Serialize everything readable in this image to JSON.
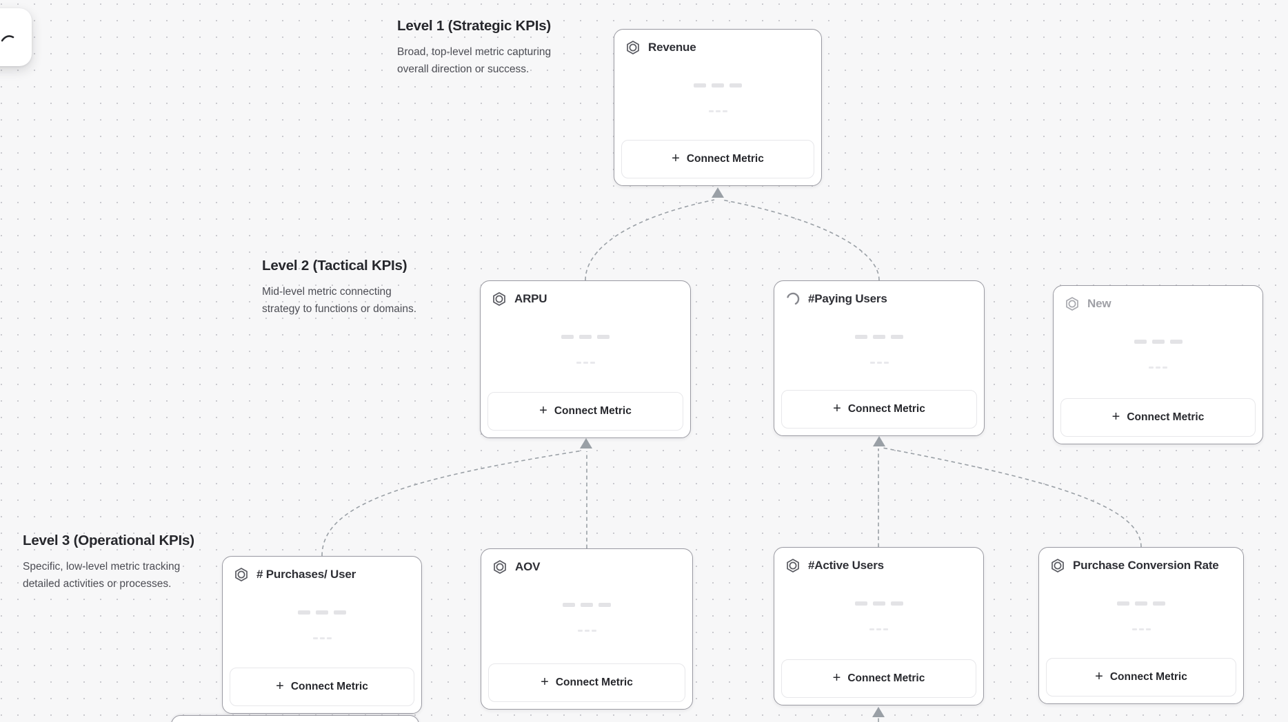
{
  "colors": {
    "background": "#f7f7f8",
    "grid_dot": "#c9c9ce",
    "card_border": "#9a9aa2",
    "connector": "#9aa0a6"
  },
  "levels": [
    {
      "title": "Level 1 (Strategic KPIs)",
      "description_line1": "Broad, top-level metric capturing",
      "description_line2": "overall direction or success."
    },
    {
      "title": "Level 2 (Tactical KPIs)",
      "description_line1": "Mid-level metric connecting",
      "description_line2": "strategy to functions or domains."
    },
    {
      "title": "Level 3 (Operational KPIs)",
      "description_line1": "Specific, low-level metric tracking",
      "description_line2": "detailed activities or processes."
    }
  ],
  "cards": {
    "revenue": {
      "title": "Revenue",
      "icon": "metric-hexagon-icon"
    },
    "arpu": {
      "title": "ARPU",
      "icon": "metric-hexagon-icon"
    },
    "paying_users": {
      "title": "#Paying Users",
      "icon": "loading-spinner-icon"
    },
    "new_metric": {
      "title": "New",
      "icon": "metric-hexagon-icon",
      "state": "placeholder"
    },
    "purchases_per_user": {
      "title": "# Purchases/ User",
      "icon": "metric-hexagon-icon"
    },
    "aov": {
      "title": "AOV",
      "icon": "metric-hexagon-icon"
    },
    "active_users": {
      "title": "#Active Users",
      "icon": "metric-hexagon-icon"
    },
    "purchase_conversion_rate": {
      "title": "Purchase Conversion Rate",
      "icon": "metric-hexagon-icon"
    }
  },
  "ui": {
    "plus": "+",
    "connect_metric_label": "Connect Metric"
  }
}
